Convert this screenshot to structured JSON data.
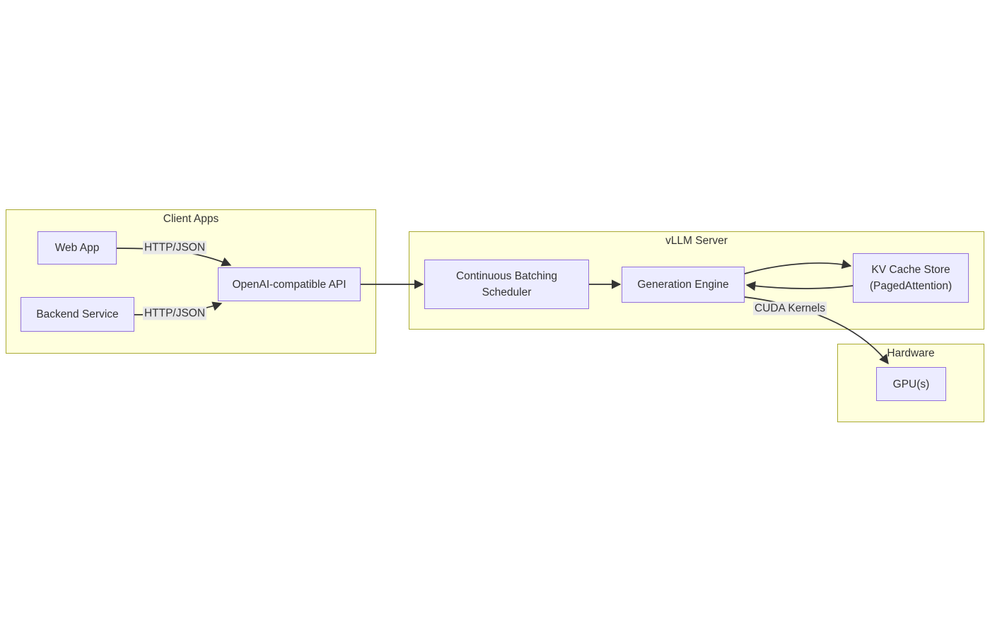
{
  "diagram_type": "flowchart",
  "colors": {
    "canvas_bg": "#ffffff",
    "cluster_fill": "#ffffde",
    "cluster_border": "#aaaa33",
    "node_fill": "#ececff",
    "node_border": "#9370db",
    "edge_label_bg": "#e8e8e8",
    "line": "#333333",
    "text": "#333333"
  },
  "clusters": {
    "client_apps": {
      "label": "Client Apps"
    },
    "vllm_server": {
      "label": "vLLM Server"
    },
    "hardware": {
      "label": "Hardware"
    }
  },
  "nodes": {
    "web_app": {
      "lines": [
        "Web App"
      ]
    },
    "backend_service": {
      "lines": [
        "Backend Service"
      ]
    },
    "openai_api": {
      "lines": [
        "OpenAI-compatible API"
      ]
    },
    "scheduler": {
      "lines": [
        "Continuous Batching",
        "Scheduler"
      ]
    },
    "generation_engine": {
      "lines": [
        "Generation Engine"
      ]
    },
    "kv_cache": {
      "lines": [
        "KV Cache Store",
        "(PagedAttention)"
      ]
    },
    "gpus": {
      "lines": [
        "GPU(s)"
      ]
    }
  },
  "edges": [
    {
      "from": "Web App",
      "to": "OpenAI-compatible API",
      "label": "HTTP/JSON"
    },
    {
      "from": "Backend Service",
      "to": "OpenAI-compatible API",
      "label": "HTTP/JSON"
    },
    {
      "from": "OpenAI-compatible API",
      "to": "Continuous Batching Scheduler",
      "label": ""
    },
    {
      "from": "Continuous Batching Scheduler",
      "to": "Generation Engine",
      "label": ""
    },
    {
      "from": "Generation Engine",
      "to": "KV Cache Store (PagedAttention)",
      "label": ""
    },
    {
      "from": "KV Cache Store (PagedAttention)",
      "to": "Generation Engine",
      "label": ""
    },
    {
      "from": "Generation Engine",
      "to": "GPU(s)",
      "label": "CUDA Kernels"
    }
  ]
}
